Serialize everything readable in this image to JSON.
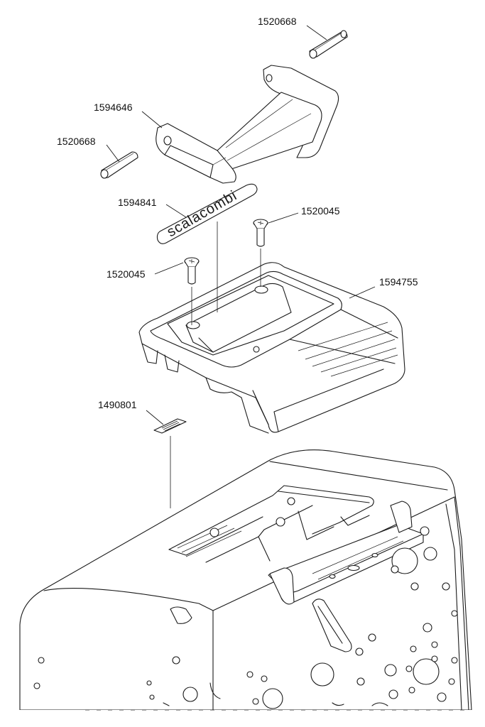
{
  "labels": {
    "pin_top": "1520668",
    "handle": "1594646",
    "pin_left": "1520668",
    "logo_plate": "1594841",
    "screw_right": "1520045",
    "screw_left": "1520045",
    "cover": "1594755",
    "type_label": "1490801"
  },
  "logo_text": "scalacombi"
}
